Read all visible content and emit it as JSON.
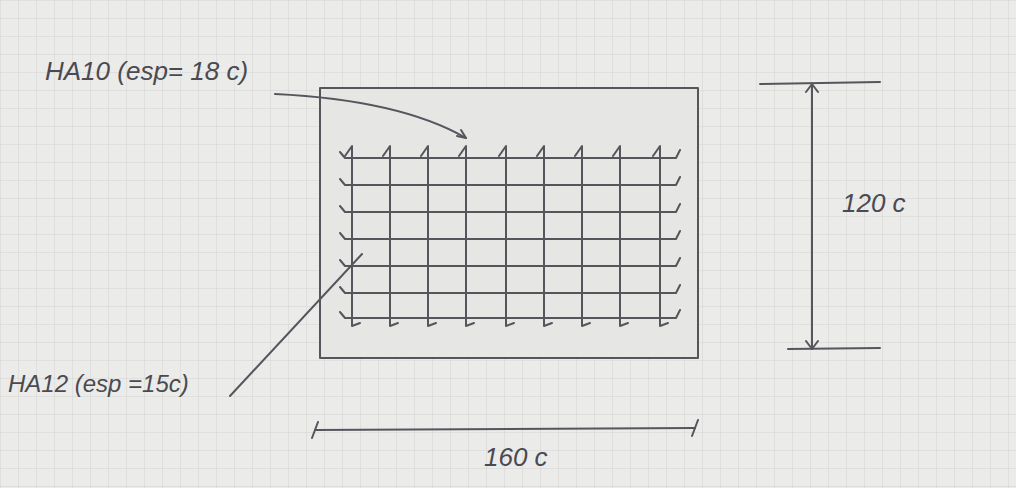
{
  "diagram": {
    "labels": [
      "HA10 (esp= 18 c)",
      "HA12 (esp =15c)",
      "120 c",
      "160 c"
    ]
  }
}
